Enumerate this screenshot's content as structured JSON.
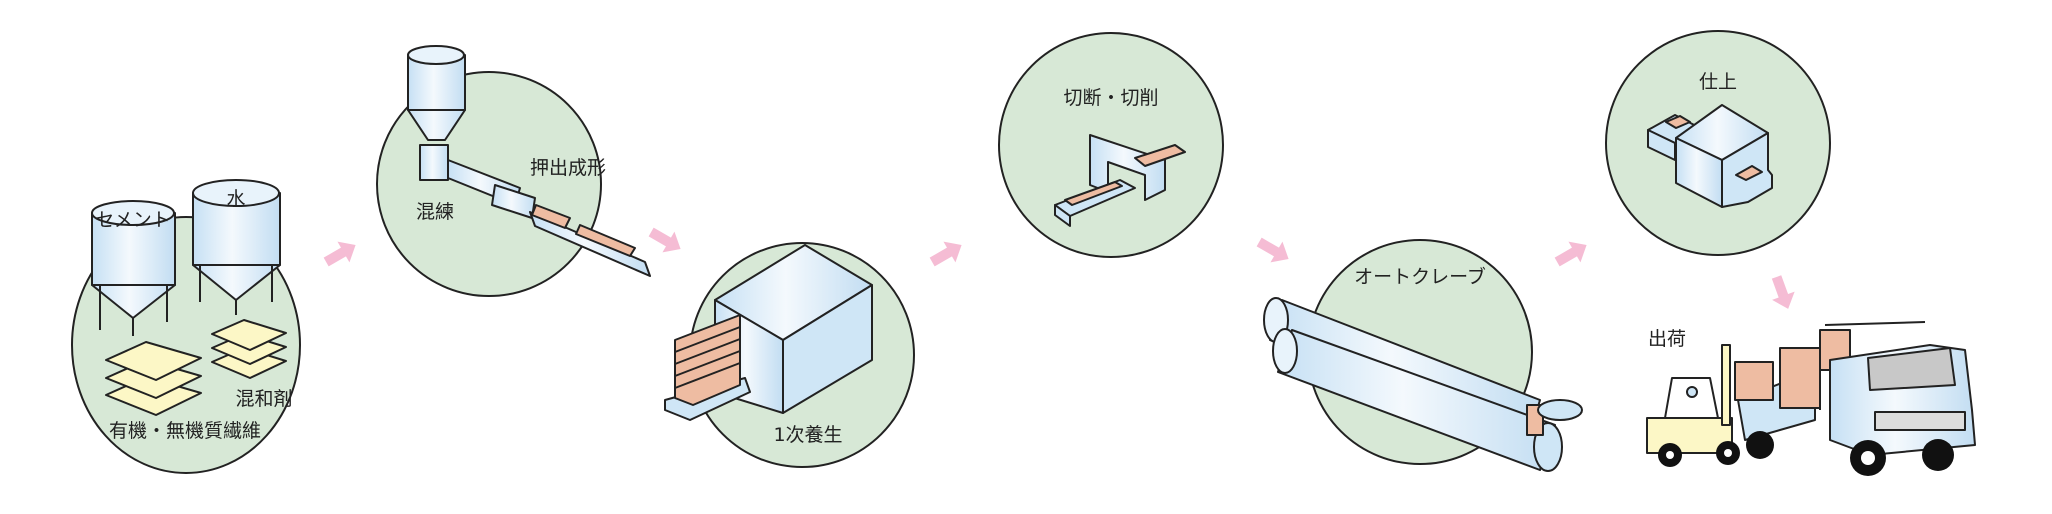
{
  "colors": {
    "circle": "#d7e8d6",
    "machine": "#cfe6f6",
    "board": "#eebca2",
    "bag": "#fcf7c6",
    "arrow": "#f5bcd4"
  },
  "steps": {
    "materials": {
      "cement": "セメント",
      "water": "水",
      "admixture": "混和剤",
      "fiber": "有機・無機質繊維"
    },
    "forming": {
      "kneading": "混練",
      "extrusion": "押出成形"
    },
    "primary_curing": "1次養生",
    "cutting": "切断・切削",
    "autoclave": "オートクレーブ",
    "finishing": "仕上",
    "shipping": "出荷"
  }
}
